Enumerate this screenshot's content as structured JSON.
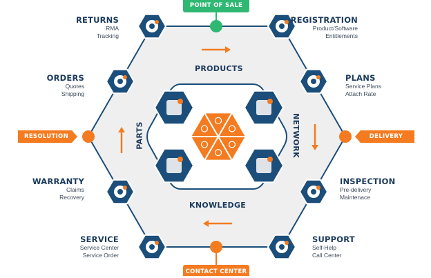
{
  "colors": {
    "navy": "#1b4e7a",
    "navy_dark": "#1b3a5c",
    "orange": "#f47b20",
    "green": "#2eb872",
    "hex_fill": "#efeff0",
    "inner_fill": "#dfe3e8"
  },
  "badges": {
    "top": "POINT OF SALE",
    "bottom": "CONTACT CENTER",
    "left": "RESOLUTION",
    "right": "DELIVERY"
  },
  "stages": {
    "returns": {
      "title": "RETURNS",
      "lines": [
        "RMA",
        "Tracking"
      ],
      "icon": "refresh-icon"
    },
    "orders": {
      "title": "ORDERS",
      "lines": [
        "Quotes",
        "Shipping"
      ],
      "icon": "dollar-icon"
    },
    "warranty": {
      "title": "WARRANTY",
      "lines": [
        "Claims",
        "Recovery"
      ],
      "icon": "award-icon"
    },
    "service": {
      "title": "SERVICE",
      "lines": [
        "Service Center",
        "Service Order"
      ],
      "icon": "stopwatch-icon"
    },
    "registration": {
      "title": "REGISTRATION",
      "lines": [
        "Product/Software",
        "Entitlements"
      ],
      "icon": "power-icon"
    },
    "plans": {
      "title": "PLANS",
      "lines": [
        "Service Plans",
        "Attach Rate"
      ],
      "icon": "shield-check-icon"
    },
    "inspection": {
      "title": "INSPECTION",
      "lines": [
        "Pre-delivery",
        "Maintenace"
      ],
      "icon": "magnifier-check-icon"
    },
    "support": {
      "title": "SUPPORT",
      "lines": [
        "Self-Help",
        "Call Center"
      ],
      "icon": "question-bubble-icon"
    }
  },
  "inner": {
    "products": "PRODUCTS",
    "knowledge": "KNOWLEDGE",
    "parts": "PARTS",
    "network": "NETWORK"
  },
  "inner_icons": [
    "network-nodes-icon",
    "package-icon",
    "document-play-icon",
    "people-icon"
  ],
  "center_icons": [
    "chat-icon",
    "touch-icon",
    "cloud-icon",
    "analytics-icon",
    "signal-icon",
    "hierarchy-icon"
  ]
}
